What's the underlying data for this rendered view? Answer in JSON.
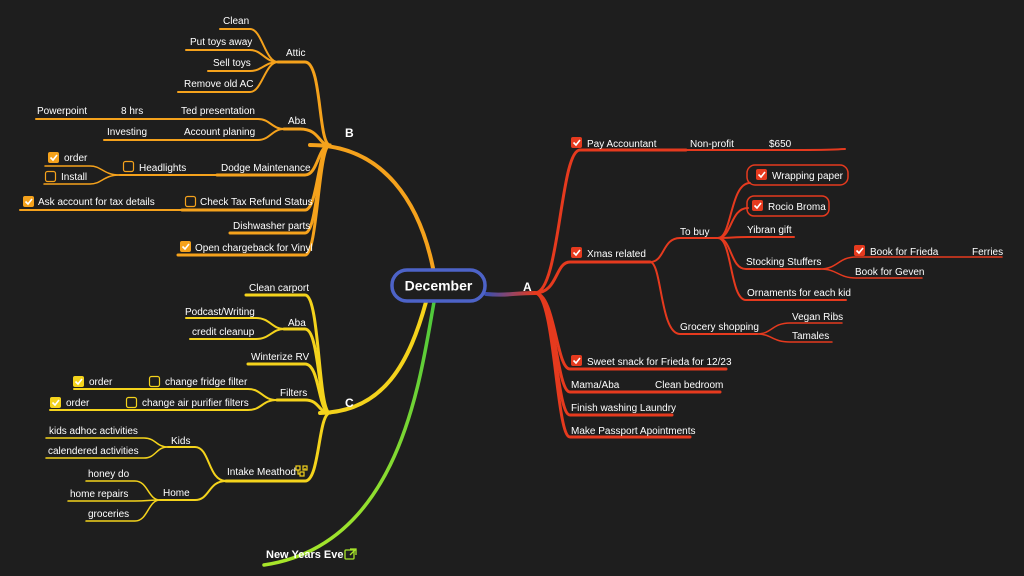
{
  "colors": {
    "background": "#1e1e1e",
    "branch_a": "#e63a1e",
    "branch_b": "#f5a21c",
    "branch_c": "#f4d31c",
    "branch_nye": "#a8e62a",
    "root_border": "#4d63c8"
  },
  "root": {
    "label": "December"
  },
  "A": {
    "label": "A",
    "pay_accountant": "Pay Accountant",
    "non_profit": "Non-profit",
    "amount": "$650",
    "xmas": "Xmas related",
    "to_buy": "To buy",
    "wrapping_paper": "Wrapping paper",
    "rocio": "Rocio Broma",
    "yibran": "Yibran gift",
    "stocking": "Stocking Stuffers",
    "book_frieda": "Book for Frieda",
    "ferries": "Ferries",
    "book_geven": "Book for Geven",
    "ornaments": "Ornaments for each kid",
    "grocery": "Grocery shopping",
    "vegan_ribs": "Vegan Ribs",
    "tamales": "Tamales",
    "sweet_snack": "Sweet snack for Frieda for 12/23",
    "mama_aba": "Mama/Aba",
    "clean_bedroom": "Clean bedroom",
    "laundry": "Finish washing Laundry",
    "passport": "Make Passport Apointments"
  },
  "B": {
    "label": "B",
    "attic": "Attic",
    "clean": "Clean",
    "put_toys": "Put toys away",
    "sell_toys": "Sell toys",
    "remove_ac": "Remove old AC",
    "aba": "Aba",
    "ted": "Ted presentation",
    "hrs": "8 hrs",
    "powerpoint": "Powerpoint",
    "account_planing": "Account planing",
    "investing": "Investing",
    "dodge": "Dodge Maintenance",
    "headlights": "Headlights",
    "order": "order",
    "install": "Install",
    "tax_refund": "Check Tax Refund Status",
    "ask_account": "Ask account for tax details",
    "dishwasher": "Dishwasher parts",
    "chargeback": "Open chargeback for Vinyl"
  },
  "C": {
    "label": "C",
    "carport": "Clean carport",
    "aba": "Aba",
    "podcast": "Podcast/Writing",
    "credit": "credit cleanup",
    "winterize": "Winterize RV",
    "filters": "Filters",
    "fridge": "change fridge filter",
    "order1": "order",
    "air": "change air purifier filters",
    "order2": "order",
    "intake": "Intake Meathod",
    "kids": "Kids",
    "adhoc": "kids adhoc activities",
    "calendered": "calendered activities",
    "home": "Home",
    "honey": "honey do",
    "repairs": "home repairs",
    "groceries": "groceries"
  },
  "nye": {
    "label": "New Years Eve"
  },
  "icons": {
    "checked": "checked-box-icon",
    "unchecked": "unchecked-box-icon",
    "link": "external-link-icon",
    "subflow": "subflow-icon"
  }
}
